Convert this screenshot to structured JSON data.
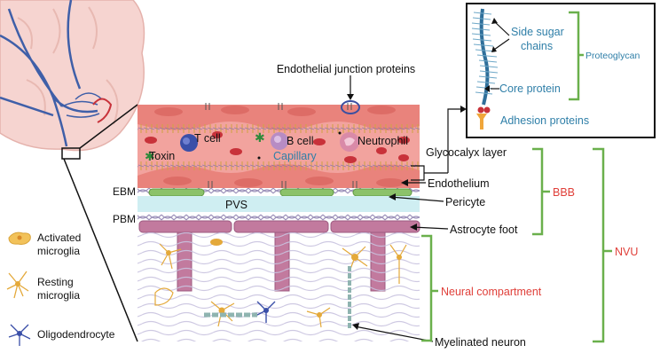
{
  "labels": {
    "junction": "Endothelial junction proteins",
    "side_sugar_1": "Side sugar",
    "side_sugar_2": "chains",
    "proteoglycan": "Proteoglycan",
    "core_protein": "Core protein",
    "adhesion": "Adhesion proteins",
    "t_cell": "T cell",
    "b_cell": "B cell",
    "neutrophil": "Neutrophil",
    "toxin": "Toxin",
    "capillary": "Capillary",
    "glycocalyx": "Glycocalyx layer",
    "endothelium": "Endothelium",
    "bbb": "BBB",
    "ebm": "EBM",
    "pvs": "PVS",
    "pericyte": "Pericyte",
    "pbm": "PBM",
    "astrocyte_foot": "Astrocyte foot",
    "nvu": "NVU",
    "neural_compartment": "Neural compartment",
    "myelinated_neuron": "Myelinated neuron"
  },
  "legend": [
    {
      "label_1": "Activated",
      "label_2": "microglia",
      "icon": "activated-microglia-icon"
    },
    {
      "label_1": "Resting",
      "label_2": "microglia",
      "icon": "resting-microglia-icon"
    },
    {
      "label_1": "Oligodendrocyte",
      "label_2": "",
      "icon": "oligodendrocyte-icon"
    }
  ],
  "colors": {
    "vessel_bg": "#f2a39e",
    "endothelium": "#e9837c",
    "rbc": "#c8323a",
    "pericyte": "#8cc26a",
    "pvs": "#cfeef2",
    "astrocyte": "#c27a9e",
    "bracket": "#6ab04c",
    "red_label": "#e0403a",
    "blue_label": "#2f7fa8",
    "brain": "#f6d4d0",
    "brain_vessel": "#3f5fa8"
  }
}
